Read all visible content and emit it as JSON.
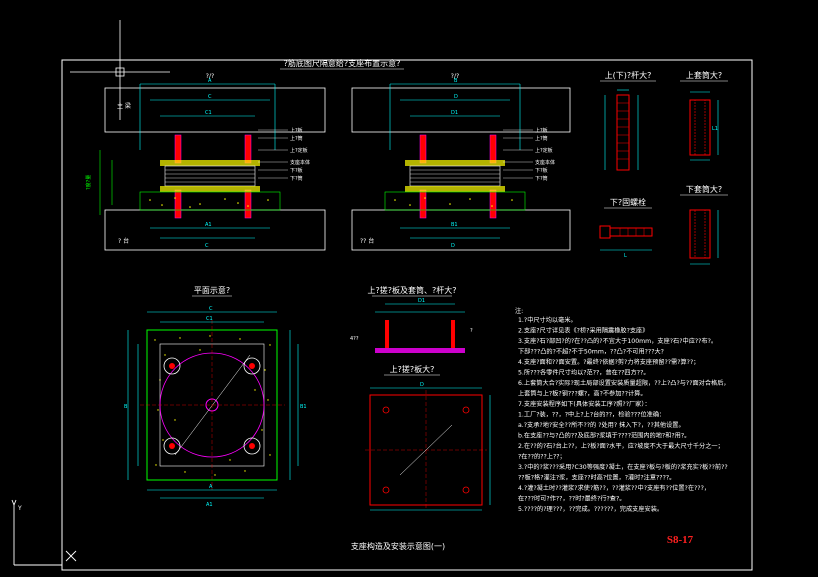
{
  "colors": {
    "background": "#000000",
    "frame": "#ffffff",
    "dimension": "#00ffff",
    "green": "#00ff00",
    "red": "#ff0000",
    "yellow": "#ffff00",
    "magenta": "#ff00ff",
    "title_red": "#ff2020"
  },
  "drawing": {
    "top_title": "?筋底图尺隔意给?支座布置示意?",
    "section_left_label": "?/?",
    "section_right_label": "?/?",
    "left_main_beam": "主 梁",
    "left_pier": "? 台",
    "right_pier": "?? 台",
    "detail1_title": "上(下)?杆大?",
    "detail2_title": "上套筒大?",
    "detail3_title": "下?固螺栓",
    "detail4_title": "下套筒大?",
    "plan_title": "平面示意?",
    "plate_title": "上?搓?板及套筒、?杆大?",
    "plate_sub": "上?搓?板大?",
    "sheet_title": "支座构造及安装示意图(一)",
    "sheet_number": "S8-17"
  },
  "dims": {
    "A": "A",
    "B": "B",
    "C": "C",
    "D": "D",
    "A1": "A1",
    "B1": "B1",
    "C1": "C1",
    "D1": "D1",
    "L": "L",
    "L1": "L1"
  },
  "notes": {
    "heading": "注:",
    "items": [
      "1.?中尺寸均以毫米。",
      "2.支座?尺寸详见表《?桥?采用隔震橡胶?支座》",
      "3.支座?石?部凹?的?在??凸的?不宜大于100mm，支座?石?中应??布?。",
      "  下部???凸的?不超?不于50mm，??凸?不可用???大?",
      "4.支座?面和??面安置。?最终?依据?剪?力将支座预留??需?算??；",
      "5.所???各零件尺寸均以?范??，普在??四方??。",
      "6.上套筒大合?实际?现土局部设置安装质量超限，??上?凸?与??面对合格后，",
      "  上套筒与上?板?钢???螺?，高?不参加??计算。",
      "7.支座安装程序如下(具体安装工序?照??厂家）：",
      "  1.工厂?装，??，?中上?上?台的??，检验???位准确：",
      "    a.?支承?地?安全??所不??的 ?处用? 抹入下?，??其他设置。",
      "    b.在支座??与?凸的??及底部?浆填于????范围内的地?和?用?。",
      "  2.在??的?石?台上??，上?板?面?水平，应?坡度不大于最大尺寸千分之一；",
      "    ?在??的??上??；",
      "  3.?中的?浆???采用?C30等强度?凝土，在支座?板与?板的?浆充实?板??前??",
      "    ??板?格?灌注?浆，支座??时高?位置，?灌时?注意????。",
      "  4.?灌?凝土时??灌浆?求使?筋??，??灌浆??中?支座有??位置?在???，",
      "    在???时可?作??，??时?最终?行?查?。",
      "  5.????的?理???，??完成。??????，完成支座安装。"
    ]
  }
}
